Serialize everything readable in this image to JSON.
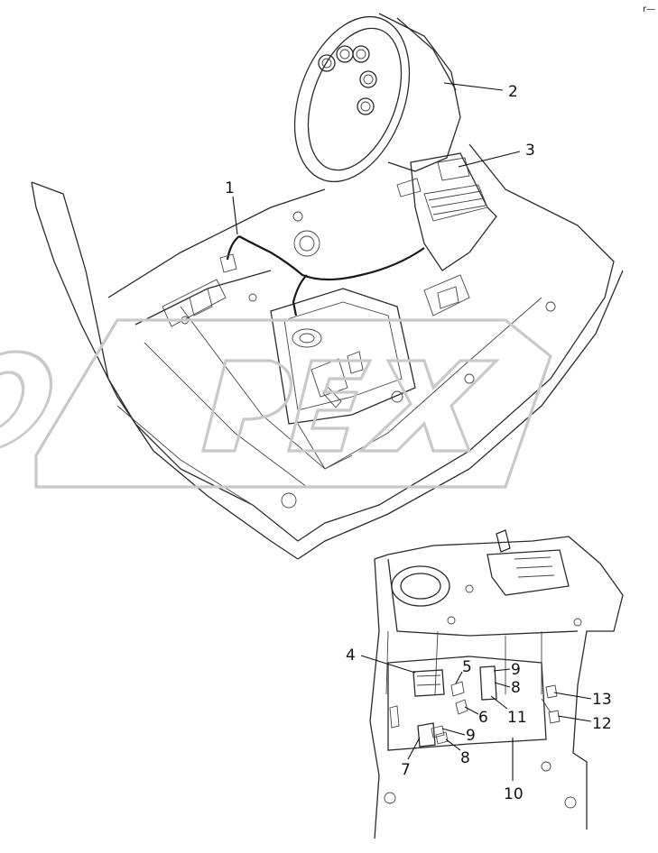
{
  "diagram": {
    "corner_mark": "r—",
    "watermark": "OPEX",
    "callouts": [
      "1",
      "2",
      "3",
      "4",
      "5",
      "6",
      "7",
      "8",
      "8",
      "9",
      "9",
      "10",
      "11",
      "12",
      "13"
    ]
  }
}
